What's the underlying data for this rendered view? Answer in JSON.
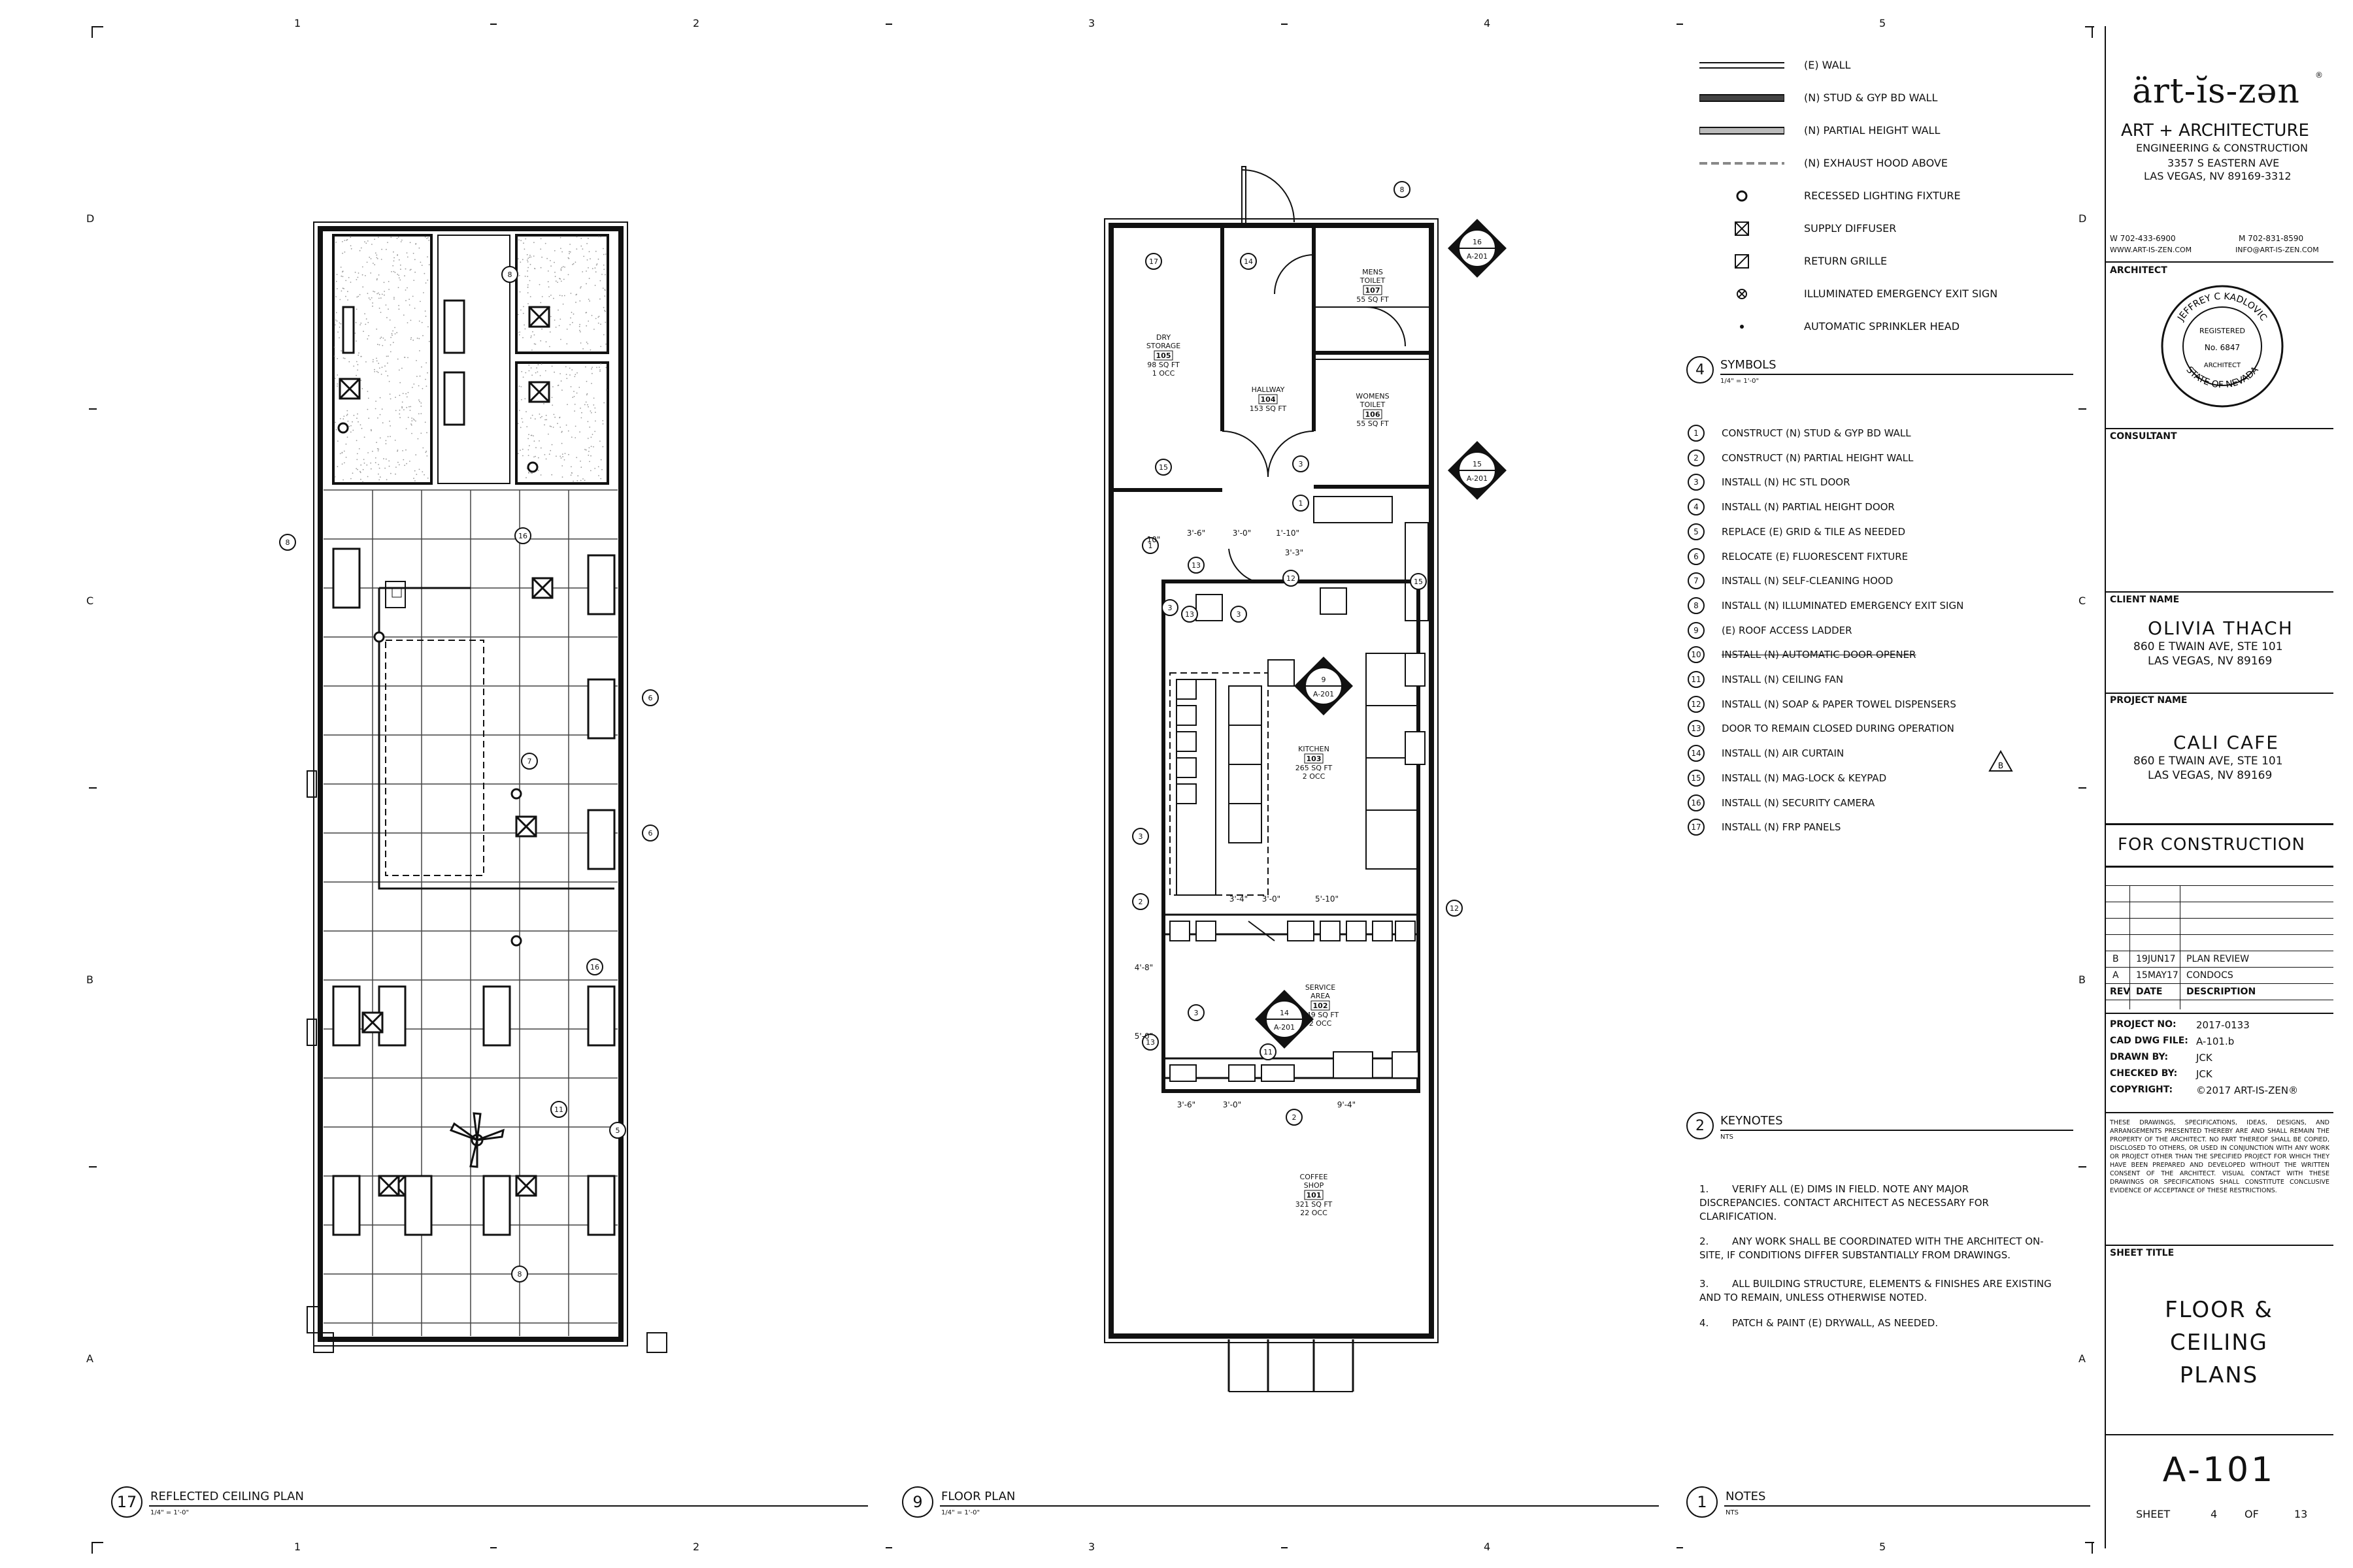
{
  "grid": {
    "columns": [
      "1",
      "2",
      "3",
      "4",
      "5"
    ],
    "rows": [
      "D",
      "C",
      "B",
      "A"
    ]
  },
  "views": [
    {
      "number": "17",
      "title": "REFLECTED CEILING PLAN",
      "scale": "1/4\" = 1'-0\""
    },
    {
      "number": "9",
      "title": "FLOOR PLAN",
      "scale": "1/4\" = 1'-0\""
    },
    {
      "number": "1",
      "title": "NOTES",
      "scale": "NTS"
    }
  ],
  "legend": [
    {
      "symbol": "wall-existing",
      "label": "(E) WALL"
    },
    {
      "symbol": "wall-new",
      "label": "(N) STUD & GYP BD WALL"
    },
    {
      "symbol": "wall-partial",
      "label": "(N) PARTIAL HEIGHT WALL"
    },
    {
      "symbol": "hood-dashed",
      "label": "(N) EXHAUST HOOD ABOVE"
    },
    {
      "symbol": "recessed-light-icon",
      "label": "RECESSED LIGHTING FIXTURE"
    },
    {
      "symbol": "supply-diffuser-icon",
      "label": "SUPPLY DIFFUSER"
    },
    {
      "symbol": "return-grille-icon",
      "label": "RETURN GRILLE"
    },
    {
      "symbol": "exit-sign-icon",
      "label": "ILLUMINATED EMERGENCY EXIT SIGN"
    },
    {
      "symbol": "sprinkler-head-icon",
      "label": "AUTOMATIC SPRINKLER HEAD"
    }
  ],
  "symbols_section": {
    "number": "4",
    "title": "SYMBOLS",
    "scale": "1/4\" = 1'-0\""
  },
  "symbols": [
    {
      "n": "1",
      "text": "CONSTRUCT (N) STUD & GYP BD WALL"
    },
    {
      "n": "2",
      "text": "CONSTRUCT (N) PARTIAL HEIGHT WALL"
    },
    {
      "n": "3",
      "text": "INSTALL (N) HC STL DOOR"
    },
    {
      "n": "4",
      "text": "INSTALL (N) PARTIAL HEIGHT DOOR"
    },
    {
      "n": "5",
      "text": "REPLACE (E) GRID & TILE AS NEEDED"
    },
    {
      "n": "6",
      "text": "RELOCATE (E) FLUORESCENT FIXTURE"
    },
    {
      "n": "7",
      "text": "INSTALL (N) SELF-CLEANING HOOD"
    },
    {
      "n": "8",
      "text": "INSTALL (N) ILLUMINATED EMERGENCY EXIT SIGN"
    },
    {
      "n": "9",
      "text": "(E) ROOF ACCESS LADDER"
    },
    {
      "n": "10",
      "text": "INSTALL (N) AUTOMATIC DOOR OPENER",
      "struck": true
    },
    {
      "n": "11",
      "text": "INSTALL (N) CEILING FAN"
    },
    {
      "n": "12",
      "text": "INSTALL (N) SOAP & PAPER TOWEL DISPENSERS"
    },
    {
      "n": "13",
      "text": "DOOR TO REMAIN CLOSED DURING OPERATION"
    },
    {
      "n": "14",
      "text": "INSTALL (N) AIR CURTAIN"
    },
    {
      "n": "15",
      "text": "INSTALL (N) MAG-LOCK & KEYPAD"
    },
    {
      "n": "16",
      "text": "INSTALL (N) SECURITY CAMERA"
    },
    {
      "n": "17",
      "text": "INSTALL (N) FRP PANELS"
    }
  ],
  "revision_marker": "B",
  "keynotes_section": {
    "number": "2",
    "title": "KEYNOTES",
    "scale": "NTS"
  },
  "keynotes": [
    {
      "n": "1.",
      "text": "VERIFY ALL (E) DIMS IN FIELD.  NOTE ANY MAJOR DISCREPANCIES. CONTACT ARCHITECT AS NECESSARY FOR CLARIFICATION."
    },
    {
      "n": "2.",
      "text": "ANY WORK SHALL BE COORDINATED WITH THE ARCHITECT ON-SITE, IF CONDITIONS DIFFER SUBSTANTIALLY FROM DRAWINGS."
    },
    {
      "n": "3.",
      "text": "ALL BUILDING STRUCTURE, ELEMENTS & FINISHES ARE EXISTING AND TO REMAIN, UNLESS OTHERWISE NOTED."
    },
    {
      "n": "4.",
      "text": "PATCH & PAINT (E) DRYWALL, AS NEEDED."
    }
  ],
  "firm": {
    "logo": "ärt-ĭs-zən",
    "line1": "ART + ARCHITECTURE",
    "line2": "ENGINEERING & CONSTRUCTION",
    "address1": "3357 S EASTERN AVE",
    "address2": "LAS VEGAS, NV 89169-3312",
    "phone_w": "W 702-433-6900",
    "phone_m": "M 702-831-8590",
    "web": "WWW.ART-IS-ZEN.COM",
    "email": "INFO@ART-IS-ZEN.COM"
  },
  "seal": {
    "name": "JEFFREY C KADLOVIC",
    "registered": "REGISTERED",
    "number": "No. 6847",
    "role": "ARCHITECT",
    "state": "STATE OF NEVADA"
  },
  "labels": {
    "architect": "ARCHITECT",
    "consultant": "CONSULTANT",
    "client_name": "CLIENT NAME",
    "project_name": "PROJECT NAME",
    "sheet_title": "SHEET TITLE",
    "project_no": "PROJECT NO:",
    "cad_file": "CAD DWG FILE:",
    "drawn_by": "DRAWN BY:",
    "checked_by": "CHECKED BY:",
    "copyright": "COPYRIGHT:",
    "rev": "REV",
    "date": "DATE",
    "description": "DESCRIPTION"
  },
  "client": {
    "name": "OLIVIA THACH",
    "address1": "860 E TWAIN AVE, STE 101",
    "address2": "LAS VEGAS, NV 89169"
  },
  "project": {
    "name": "CALI CAFE",
    "address1": "860 E TWAIN AVE, STE 101",
    "address2": "LAS VEGAS, NV 89169"
  },
  "status": "FOR CONSTRUCTION",
  "revisions": [
    {
      "rev": "B",
      "date": "19JUN17",
      "description": "PLAN REVIEW"
    },
    {
      "rev": "A",
      "date": "15MAY17",
      "description": "CONDOCS"
    }
  ],
  "info": {
    "project_no": "2017-0133",
    "cad_file": "A-101.b",
    "drawn_by": "JCK",
    "checked_by": "JCK",
    "copyright": "©2017 ART-IS-ZEN®"
  },
  "disclaimer": "THESE DRAWINGS, SPECIFICATIONS, IDEAS, DESIGNS, AND ARRANGEMENTS PRESENTED THEREBY ARE AND SHALL REMAIN THE PROPERTY OF THE ARCHITECT. NO PART THEREOF SHALL BE COPIED, DISCLOSED TO OTHERS, OR USED IN CONJUNCTION WITH ANY WORK OR PROJECT OTHER THAN THE SPECIFIED PROJECT FOR WHICH THEY HAVE BEEN PREPARED AND DEVELOPED WITHOUT THE WRITTEN CONSENT OF THE ARCHITECT.  VISUAL CONTACT WITH THESE DRAWINGS OR SPECIFICATIONS SHALL CONSTITUTE CONCLUSIVE EVIDENCE OF ACCEPTANCE OF THESE RESTRICTIONS.",
  "sheet_title": [
    "FLOOR &",
    "CEILING",
    "PLANS"
  ],
  "sheet_number": "A-101",
  "sheet_of": {
    "label": "SHEET",
    "current": "4",
    "of": "OF",
    "total": "13"
  },
  "rooms": [
    {
      "name": "DRY STORAGE",
      "num": "105",
      "area": "98 SQ FT",
      "occ": "1 OCC"
    },
    {
      "name": "HALLWAY",
      "num": "104",
      "area": "153 SQ FT"
    },
    {
      "name": "MENS TOILET",
      "num": "107",
      "area": "55 SQ FT"
    },
    {
      "name": "WOMENS TOILET",
      "num": "106",
      "area": "55 SQ FT"
    },
    {
      "name": "KITCHEN",
      "num": "103",
      "area": "265 SQ FT",
      "occ": "2 OCC"
    },
    {
      "name": "SERVICE AREA",
      "num": "102",
      "area": "149 SQ FT",
      "occ": "2 OCC"
    },
    {
      "name": "COFFEE SHOP",
      "num": "101",
      "area": "321 SQ FT",
      "occ": "22 OCC"
    }
  ],
  "elev_tags": [
    {
      "num": "16",
      "sheet": "A-201"
    },
    {
      "num": "15",
      "sheet": "A-201"
    },
    {
      "num": "14",
      "sheet": "A-201"
    },
    {
      "num": "9",
      "sheet": "A-201"
    }
  ],
  "dims": [
    "10\"",
    "3'-6\"",
    "3'-0\"",
    "1'-10\"",
    "3'-3\"",
    "3'-4\"",
    "3'-0\"",
    "5'-10\"",
    "4'-8\"",
    "5'-0\"",
    "3'-6\"",
    "3'-0\"",
    "9'-4\""
  ]
}
